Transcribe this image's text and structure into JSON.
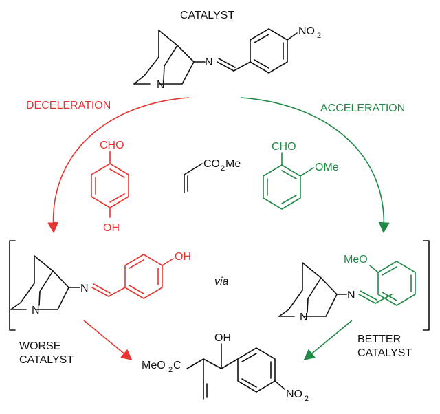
{
  "colors": {
    "black": "#111111",
    "red": "#e8332f",
    "green": "#1f8a45"
  },
  "labels": {
    "catalyst": "CATALYST",
    "deceleration": "DECELERATION",
    "acceleration": "ACCELERATION",
    "via": "via",
    "worse_line1": "WORSE",
    "worse_line2": "CATALYST",
    "better_line1": "BETTER",
    "better_line2": "CATALYST"
  },
  "atoms": {
    "N": "N",
    "NO": "NO",
    "two": "2",
    "CHO": "CHO",
    "OH": "OH",
    "OMe": "OMe",
    "MeO": "MeO",
    "CO": "CO",
    "Me": "Me",
    "O2C": "O",
    "C": "C"
  }
}
